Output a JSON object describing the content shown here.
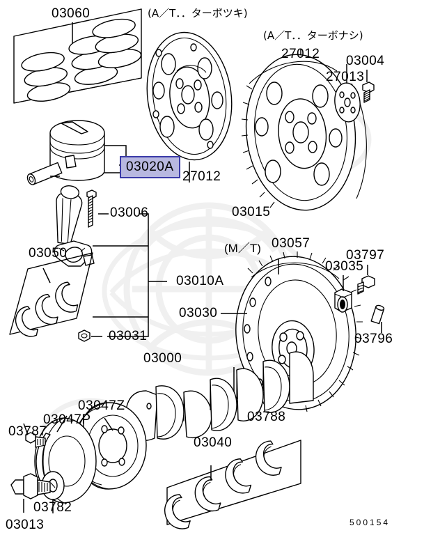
{
  "diagram": {
    "figure_number": "500154",
    "highlighted_part": "03020A",
    "notes": [
      {
        "id": "note_at_turbo",
        "text": "(A／T．．ターボツキ)"
      },
      {
        "id": "note_at_noturbo",
        "text": "(A／T．．ターボナシ)"
      },
      {
        "id": "note_mt",
        "text": "(M／T)"
      }
    ],
    "callouts": [
      {
        "id": "c_03060",
        "text": "03060"
      },
      {
        "id": "c_27012a",
        "text": "27012"
      },
      {
        "id": "c_27013",
        "text": "27013"
      },
      {
        "id": "c_03004",
        "text": "03004"
      },
      {
        "id": "c_03020A",
        "text": "03020A"
      },
      {
        "id": "c_27012b",
        "text": "27012"
      },
      {
        "id": "c_03015",
        "text": "03015"
      },
      {
        "id": "c_03006",
        "text": "03006"
      },
      {
        "id": "c_03050",
        "text": "03050"
      },
      {
        "id": "c_03010A",
        "text": "03010A"
      },
      {
        "id": "c_03030",
        "text": "03030"
      },
      {
        "id": "c_03031",
        "text": "03031"
      },
      {
        "id": "c_03057",
        "text": "03057"
      },
      {
        "id": "c_03035",
        "text": "03035"
      },
      {
        "id": "c_03797",
        "text": "03797"
      },
      {
        "id": "c_03796",
        "text": "03796"
      },
      {
        "id": "c_03000",
        "text": "03000"
      },
      {
        "id": "c_03047Z",
        "text": "03047Z"
      },
      {
        "id": "c_03047P",
        "text": "03047P"
      },
      {
        "id": "c_03787",
        "text": "03787"
      },
      {
        "id": "c_03782",
        "text": "03782"
      },
      {
        "id": "c_03013",
        "text": "03013"
      },
      {
        "id": "c_03788",
        "text": "03788"
      },
      {
        "id": "c_03040",
        "text": "03040"
      }
    ],
    "colors": {
      "line": "#000000",
      "background": "#ffffff",
      "highlight_fill": "#b8b8e0",
      "highlight_border": "#3a3aa8",
      "watermark": "#efefef"
    }
  }
}
